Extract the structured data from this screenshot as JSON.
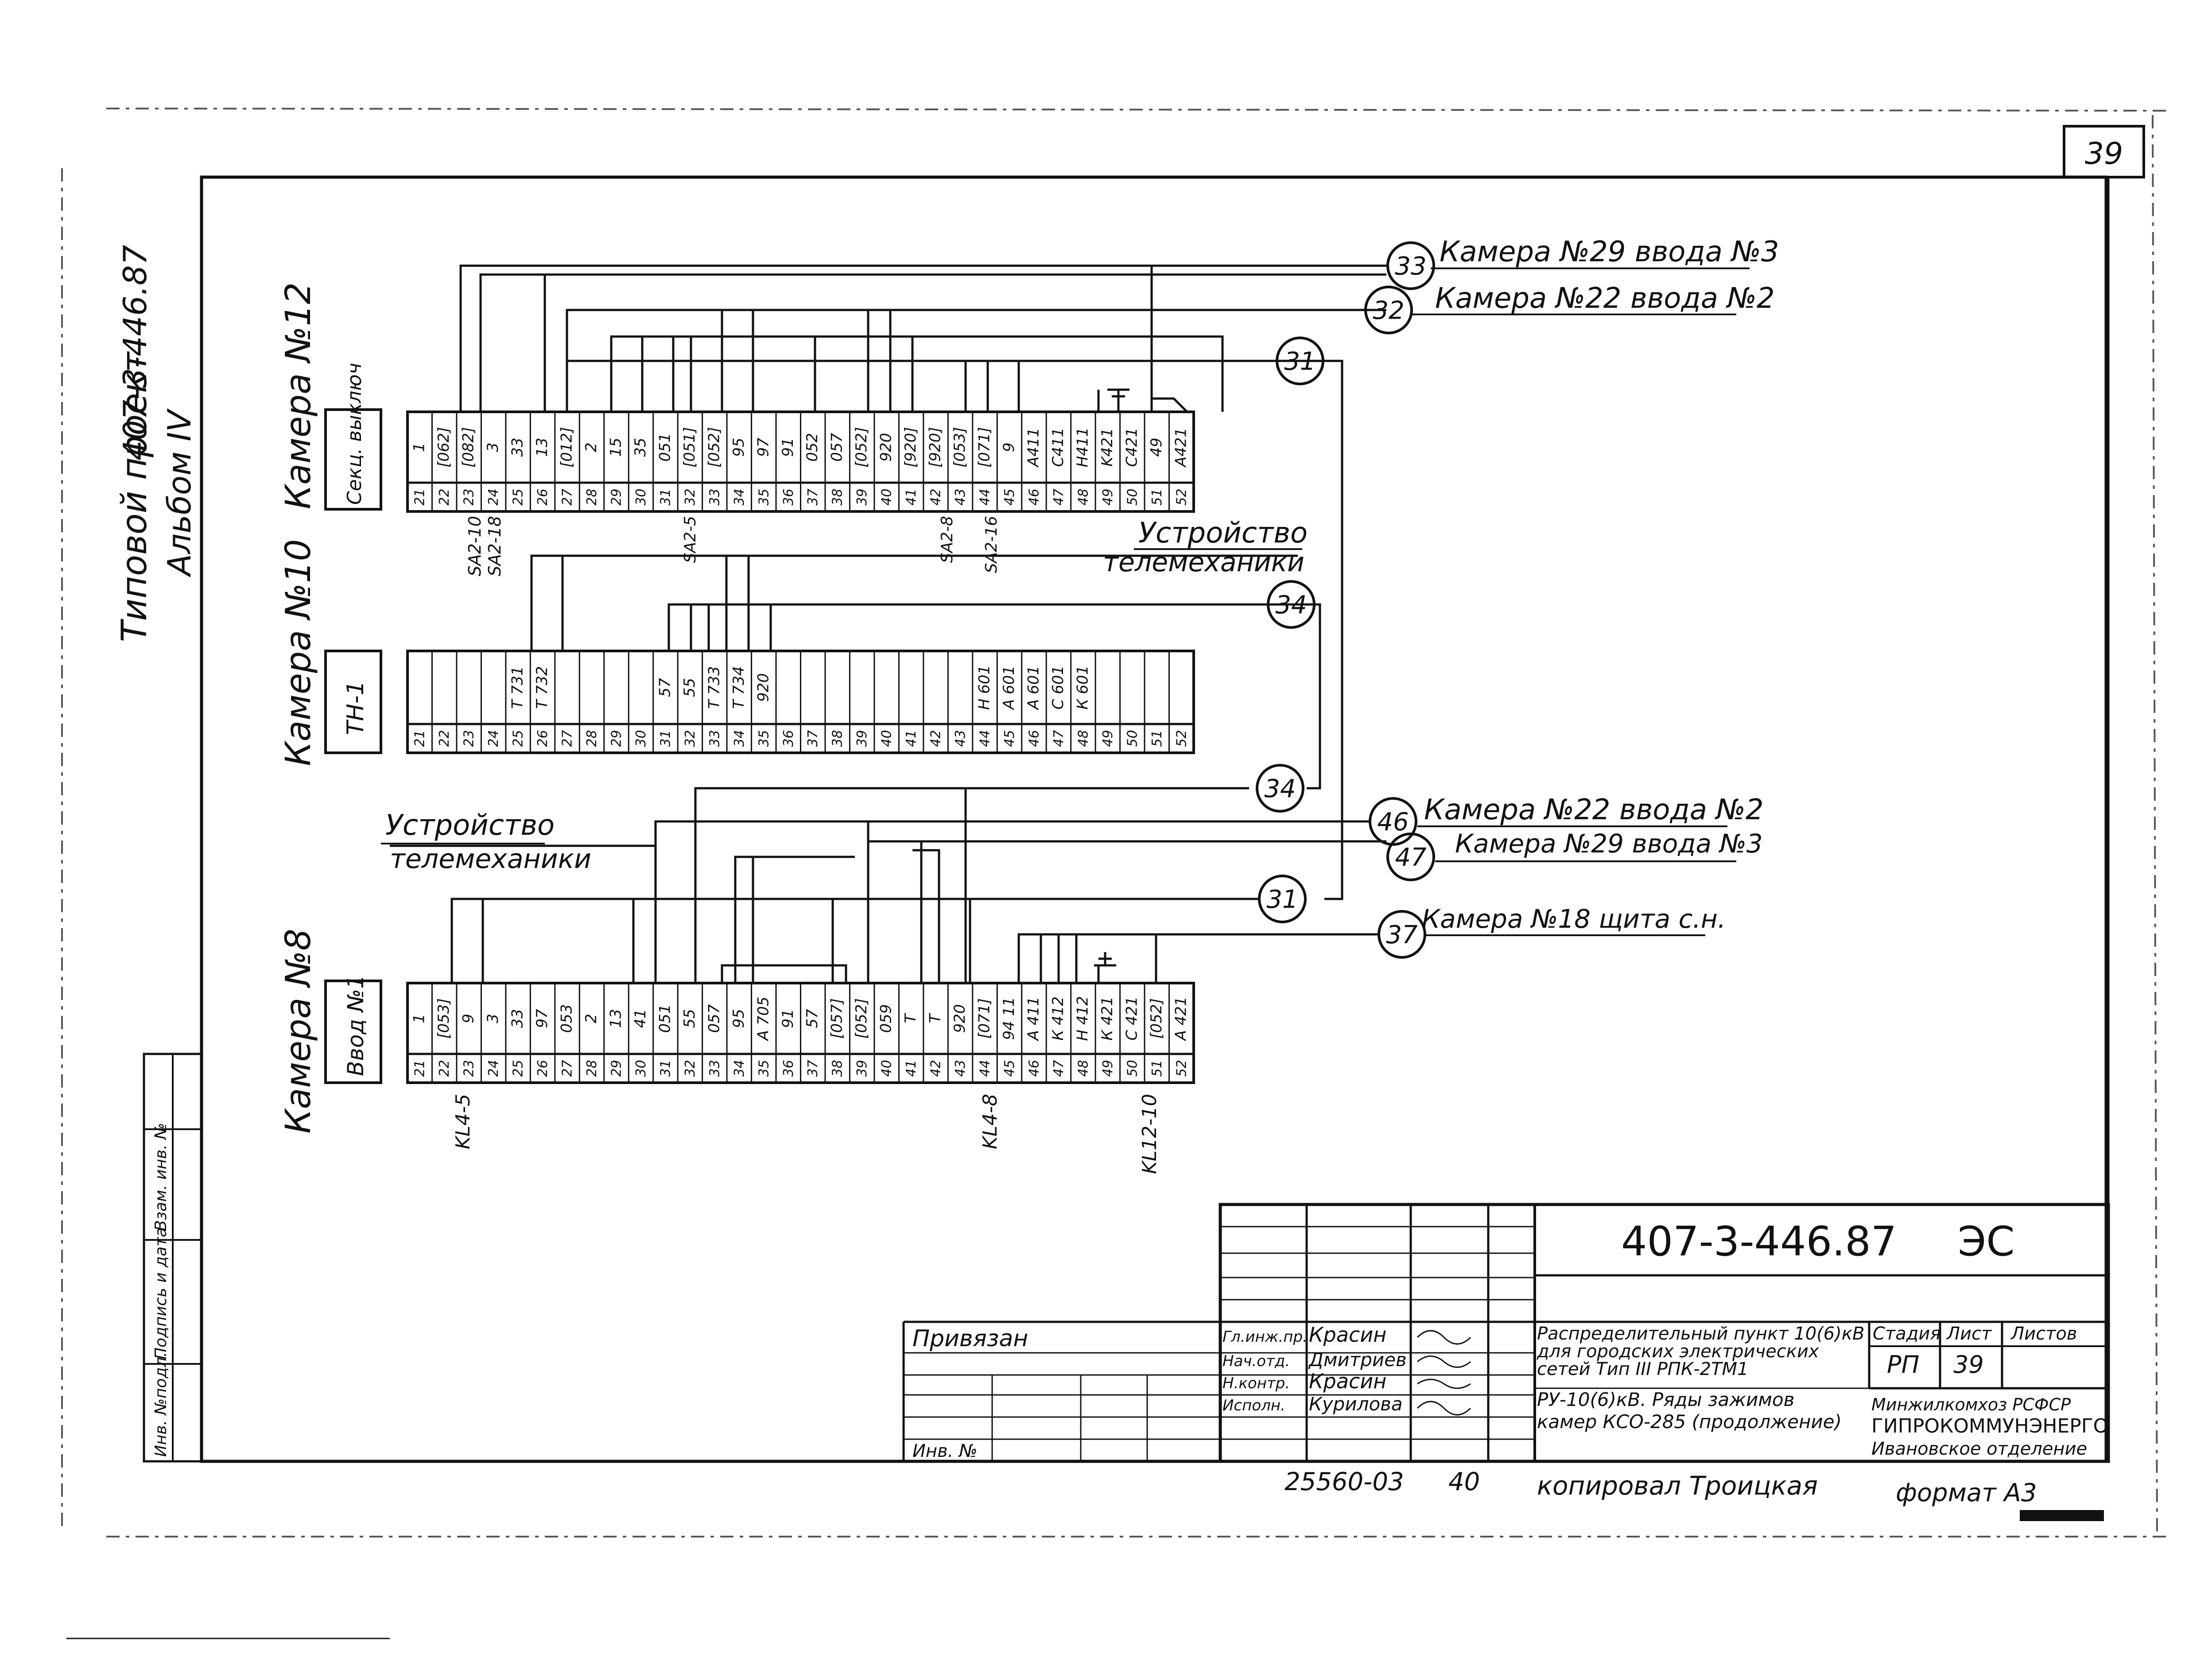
{
  "sheet": {
    "page_number": "39",
    "project_label": "Типовой проект",
    "project_code": "407-3-446.87",
    "album": "Альбом IV"
  },
  "chambers": {
    "k12": {
      "label": "Камера №12",
      "device": "Секц. выключ",
      "terminal_numbers": [
        "21",
        "22",
        "23",
        "24",
        "25",
        "26",
        "27",
        "28",
        "29",
        "30",
        "31",
        "32",
        "33",
        "34",
        "35",
        "36",
        "37",
        "38",
        "39",
        "40",
        "41",
        "42",
        "43",
        "44",
        "45",
        "46",
        "47",
        "48",
        "49",
        "50",
        "51",
        "52"
      ],
      "wire_labels": [
        "1",
        "[062]",
        "[082]",
        "3",
        "33",
        "13",
        "[012]",
        "2",
        "15",
        "35",
        "051",
        "[051]",
        "[052]",
        "95",
        "97",
        "91",
        "052",
        "057",
        "[052]",
        "920",
        "[920]",
        "[920]",
        "[053]",
        "[071]",
        "9",
        "A411",
        "C411",
        "H411",
        "K421",
        "C421",
        "49",
        "A421"
      ],
      "branch_labels": [
        "SA2-10",
        "SA2-18",
        "SA2-5",
        "SA2-8",
        "SA2-16"
      ]
    },
    "k10": {
      "label": "Камера №10",
      "device": "ТН-1",
      "terminal_numbers": [
        "21",
        "22",
        "23",
        "24",
        "25",
        "26",
        "27",
        "28",
        "29",
        "30",
        "31",
        "32",
        "33",
        "34",
        "35",
        "36",
        "37",
        "38",
        "39",
        "40",
        "41",
        "42",
        "43",
        "44",
        "45",
        "46",
        "47",
        "48",
        "49",
        "50",
        "51",
        "52"
      ],
      "wire_labels": [
        "",
        "",
        "",
        "",
        "Т 731",
        "Т 732",
        "",
        "",
        "",
        "",
        "57",
        "55",
        "Т 733",
        "Т 734",
        "920",
        "",
        "",
        "",
        "",
        "",
        "",
        "",
        "",
        "Н 601",
        "А 601",
        "А 601",
        "С 601",
        "К 601",
        "",
        "",
        "",
        ""
      ]
    },
    "k8": {
      "label": "Камера №8",
      "device": "Ввод №1",
      "terminal_numbers": [
        "21",
        "22",
        "23",
        "24",
        "25",
        "26",
        "27",
        "28",
        "29",
        "30",
        "31",
        "32",
        "33",
        "34",
        "35",
        "36",
        "37",
        "38",
        "39",
        "40",
        "41",
        "42",
        "43",
        "44",
        "45",
        "46",
        "47",
        "48",
        "49",
        "50",
        "51",
        "52"
      ],
      "wire_labels": [
        "1",
        "[053]",
        "9",
        "3",
        "33",
        "97",
        "053",
        "2",
        "13",
        "41",
        "051",
        "55",
        "057",
        "95",
        "А 705",
        "91",
        "57",
        "[057]",
        "[052]",
        "059",
        "Т",
        "Т",
        "920",
        "[071]",
        "94 11",
        "А 411",
        "К 412",
        "Н 412",
        "К 421",
        "С 421",
        "[052]",
        "А 421"
      ],
      "branch_labels": [
        "KL4-5",
        "KL4-8",
        "KL12-10"
      ]
    }
  },
  "connections": [
    {
      "number": "33",
      "target": "Камера №29 ввода №3"
    },
    {
      "number": "32",
      "target": "Камера №22 ввода №2"
    },
    {
      "number": "31",
      "target": ""
    },
    {
      "number": "34",
      "target": ""
    },
    {
      "number": "46",
      "target": "Камера №22 ввода №2"
    },
    {
      "number": "47",
      "target": "Камера №29 ввода №3"
    },
    {
      "number": "37",
      "target": "Камера №18 щита с.н."
    }
  ],
  "telemechanics": {
    "top": [
      "Устройство",
      "телемеханики"
    ],
    "left": [
      "Устройство",
      "телемеханики"
    ]
  },
  "left_stamp": [
    "Инв. №подл.",
    "Подпись и дата",
    "Взам. инв. №"
  ],
  "title_block": {
    "document_number": "407-3-446.87",
    "mark": "ЭС",
    "privyazan": "Привязан",
    "inv_no": "Инв. №",
    "staff": [
      {
        "role": "Гл.инж.пр.",
        "name": "Красин"
      },
      {
        "role": "Нач.отд.",
        "name": "Дмитриев"
      },
      {
        "role": "Н.контр.",
        "name": "Красин"
      },
      {
        "role": "Исполн.",
        "name": "Курилова"
      }
    ],
    "title_lines": [
      "Распределительный пункт 10(6)кВ",
      "для городских электрических",
      "сетей  Тип III РПК-2ТМ1",
      "РУ-10(6)кВ. Ряды зажимов",
      "камер КСО-285 (продолжение)"
    ],
    "stage_header": "Стадия",
    "sheet_header": "Лист",
    "sheets_header": "Листов",
    "stage": "РП",
    "sheet": "39",
    "org": [
      "Минжилкомхоз РСФСР",
      "ГИПРОКОММУНЭНЕРГО",
      "Ивановское отделение"
    ]
  },
  "footer": {
    "archive": "25560-03",
    "page": "40",
    "copied_by": "копировал Троицкая",
    "format": "формат А3"
  }
}
